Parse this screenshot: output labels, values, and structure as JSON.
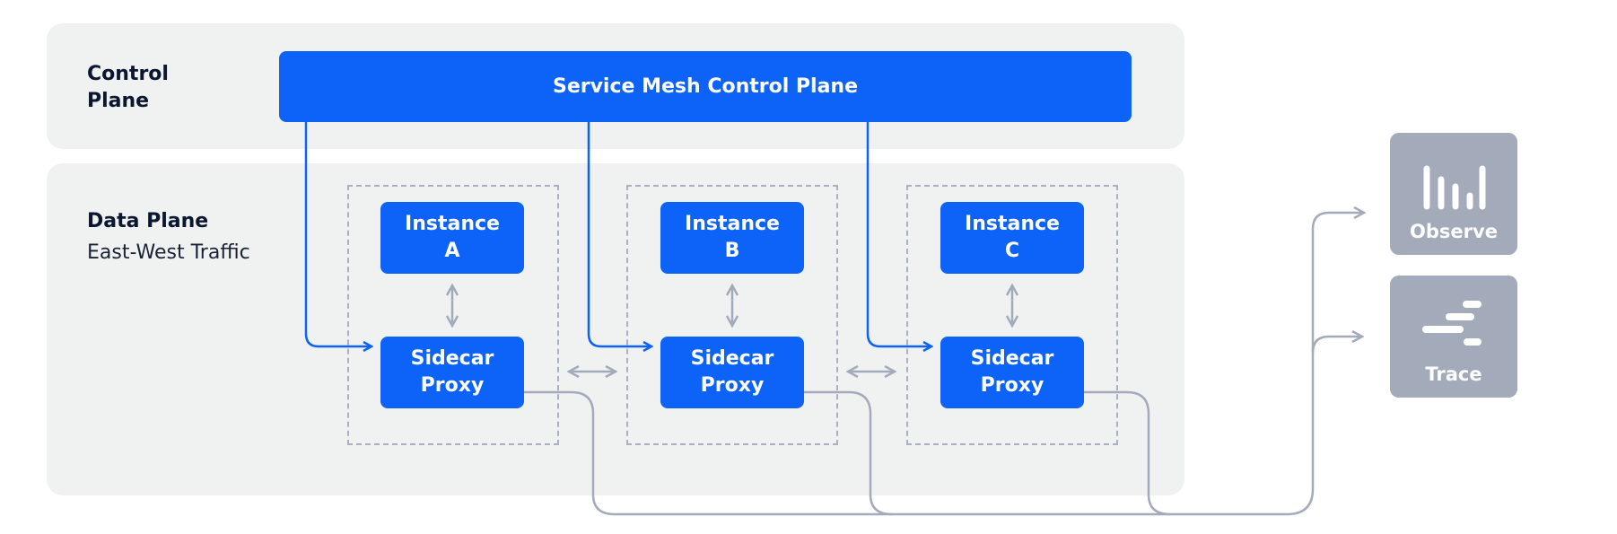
{
  "control_plane": {
    "label": "Control\nPlane",
    "box_label": "Service Mesh Control Plane"
  },
  "data_plane": {
    "label": "Data Plane",
    "sublabel": "East-West Traffic"
  },
  "pods": [
    {
      "instance": "Instance\nA",
      "proxy": "Sidecar\nProxy"
    },
    {
      "instance": "Instance\nB",
      "proxy": "Sidecar\nProxy"
    },
    {
      "instance": "Instance\nC",
      "proxy": "Sidecar\nProxy"
    }
  ],
  "sinks": {
    "observe": "Observe",
    "trace": "Trace"
  },
  "colors": {
    "primary": "#0d63f8",
    "band": "#f0f1f1",
    "muted": "#a3abbb",
    "dashed": "#a9b0bf"
  }
}
